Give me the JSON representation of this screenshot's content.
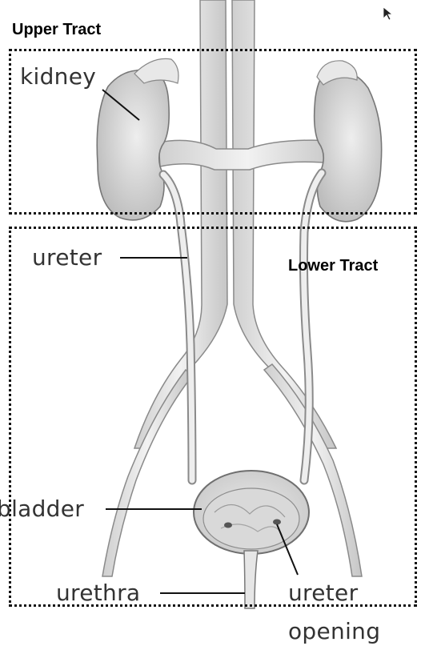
{
  "regions": {
    "upper": "Upper Tract",
    "lower": "Lower Tract"
  },
  "labels": {
    "kidney": "kidney",
    "ureter": "ureter",
    "bladder": "bladder",
    "urethra": "urethra",
    "ureter_opening_line1": "ureter",
    "ureter_opening_line2": "opening"
  },
  "colors": {
    "organ_fill": "#e4e4e4",
    "organ_shade": "#c8c8c8",
    "outline": "#7a7a7a",
    "box_border": "#111111"
  }
}
